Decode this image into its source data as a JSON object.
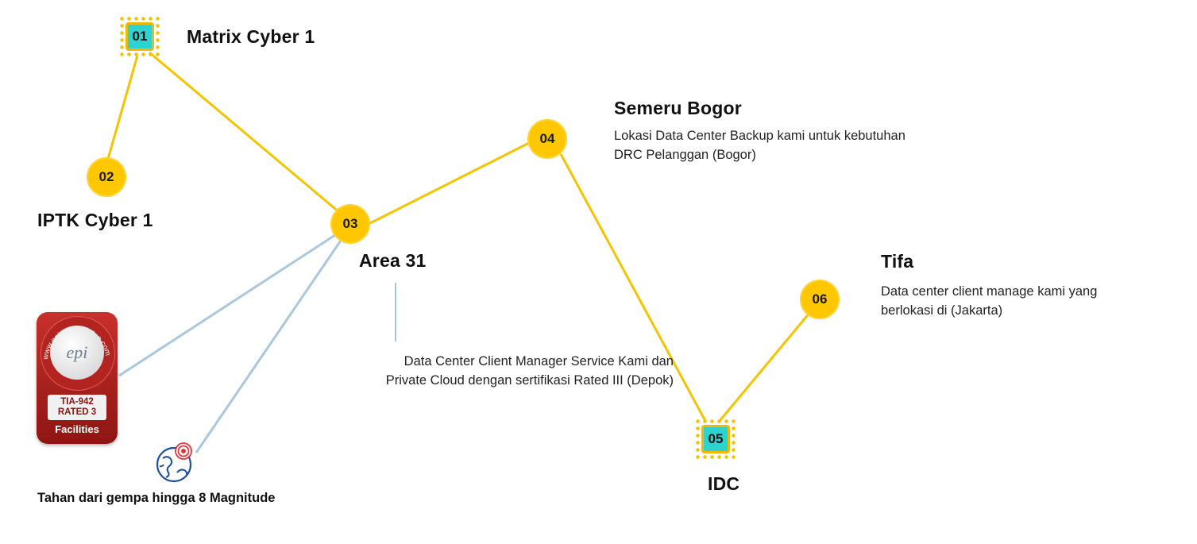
{
  "nodes": [
    {
      "num": "01",
      "title": "Matrix Cyber 1"
    },
    {
      "num": "02",
      "title": "IPTK Cyber 1"
    },
    {
      "num": "03",
      "title": "Area 31",
      "desc": [
        "Data Center Client Manager Service Kami dan",
        "Private Cloud dengan sertifikasi Rated III (Depok)"
      ]
    },
    {
      "num": "04",
      "title": "Semeru Bogor",
      "desc": [
        "Lokasi Data Center Backup kami untuk kebutuhan",
        "DRC Pelanggan (Bogor)"
      ]
    },
    {
      "num": "05",
      "title": "IDC"
    },
    {
      "num": "06",
      "title": "Tifa",
      "desc": [
        "Data center client manage kami yang",
        "berlokasi di (Jakarta)"
      ]
    }
  ],
  "certification": {
    "url_text": "www.epi-certification.com",
    "logo": "epi",
    "rating_line1": "TIA-942",
    "rating_line2": "RATED 3",
    "caption": "Facilities"
  },
  "earthquake": {
    "icon": "earthquake-globe-icon",
    "label": "Tahan dari gempa hingga 8 Magnitude"
  },
  "colors": {
    "node": "#ffc700",
    "link_primary": "#f5c400",
    "link_secondary": "#a9c8df",
    "chip": "#2ed3cf",
    "badge": "#b3231f"
  }
}
